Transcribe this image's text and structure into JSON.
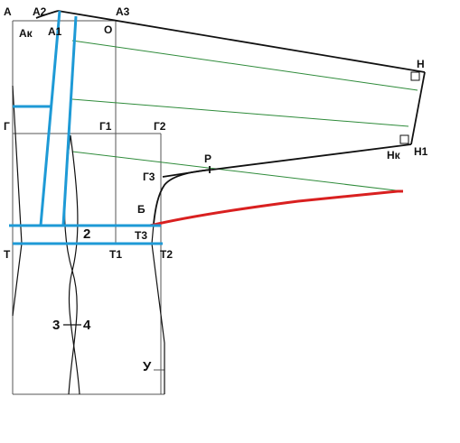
{
  "labels": {
    "A": "А",
    "A2": "А2",
    "A3": "А3",
    "Ak": "Ак",
    "A1": "А1",
    "O": "О",
    "H": "Н",
    "G": "Г",
    "G1": "Г1",
    "G2": "Г2",
    "R": "Р",
    "G3": "Г3",
    "Hk": "Нк",
    "H1": "Н1",
    "B": "Б",
    "two": "2",
    "T3": "Т3",
    "T": "Т",
    "T1": "Т1",
    "T2": "Т2",
    "three": "3",
    "four": "4",
    "U": "У"
  },
  "colors": {
    "outline": "#111111",
    "construction": "#555555",
    "guide_green": "#2e8b3a",
    "blue": "#1e9ad6",
    "red": "#d92020"
  }
}
